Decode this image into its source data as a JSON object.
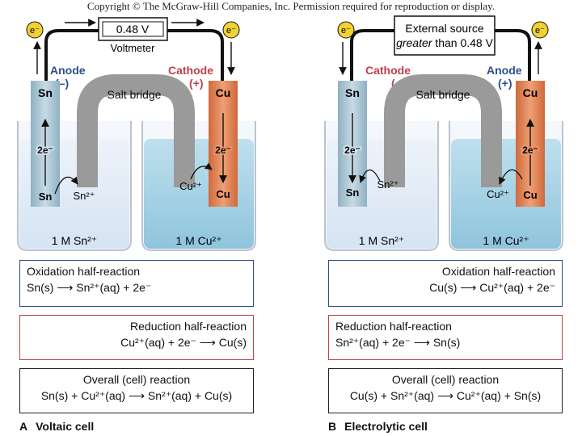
{
  "copyright": "Copyright © The McGraw-Hill Companies, Inc. Permission required for reproduction or display.",
  "electron": "e⁻",
  "voltaic": {
    "voltmeter_reading": "0.48 V",
    "voltmeter_label": "Voltmeter",
    "anode_label": "Anode",
    "anode_sign": "(–)",
    "cathode_label": "Cathode",
    "cathode_sign": "(+)",
    "left_electrode": "Sn",
    "right_electrode": "Cu",
    "salt_bridge": "Salt bridge",
    "left_flow": "2e⁻",
    "right_flow": "2e⁻",
    "left_atom": "Sn",
    "left_ion": "Sn²⁺",
    "right_ion": "Cu²⁺",
    "right_atom": "Cu",
    "left_solution": "1 M Sn²⁺",
    "right_solution": "1 M Cu²⁺",
    "box1_title": "Oxidation half-reaction",
    "box1_eq": "Sn(s) ⟶ Sn²⁺(aq) + 2e⁻",
    "box2_title": "Reduction half-reaction",
    "box2_eq": "Cu²⁺(aq) + 2e⁻ ⟶ Cu(s)",
    "box3_title": "Overall (cell) reaction",
    "box3_eq": "Sn(s) + Cu²⁺(aq) ⟶ Sn²⁺(aq) + Cu(s)",
    "caption_letter": "A",
    "caption": "Voltaic cell"
  },
  "electrolytic": {
    "source_line1": "External source",
    "source_line2_em": "greater",
    "source_line2_rest": " than 0.48 V",
    "cathode_label": "Cathode",
    "cathode_sign": "(–)",
    "anode_label": "Anode",
    "anode_sign": "(+)",
    "left_electrode": "Sn",
    "right_electrode": "Cu",
    "salt_bridge": "Salt bridge",
    "left_flow": "2e⁻",
    "right_flow": "2e⁻",
    "left_atom": "Sn",
    "left_ion": "Sn²⁺",
    "right_ion": "Cu²⁺",
    "right_atom": "Cu",
    "left_solution": "1 M Sn²⁺",
    "right_solution": "1 M Cu²⁺",
    "box1_title": "Oxidation half-reaction",
    "box1_eq": "Cu(s) ⟶ Cu²⁺(aq) + 2e⁻",
    "box2_title": "Reduction half-reaction",
    "box2_eq": "Sn²⁺(aq) + 2e⁻ ⟶ Sn(s)",
    "box3_title": "Overall (cell) reaction",
    "box3_eq": "Cu(s) + Sn²⁺(aq) ⟶ Cu²⁺(aq) + Sn(s)",
    "caption_letter": "B",
    "caption": "Electrolytic cell"
  },
  "colors": {
    "sn_electrode": "#a9c3d2",
    "cu_electrode": "#e0875a",
    "solution_light": "#dde9f7",
    "solution_blue": "#a9d3e6",
    "salt_bridge": "#9a9a9a",
    "anode_blue": "#2b4f88",
    "cathode_red": "#c0404a",
    "electron_yellow": "#f2d230"
  }
}
